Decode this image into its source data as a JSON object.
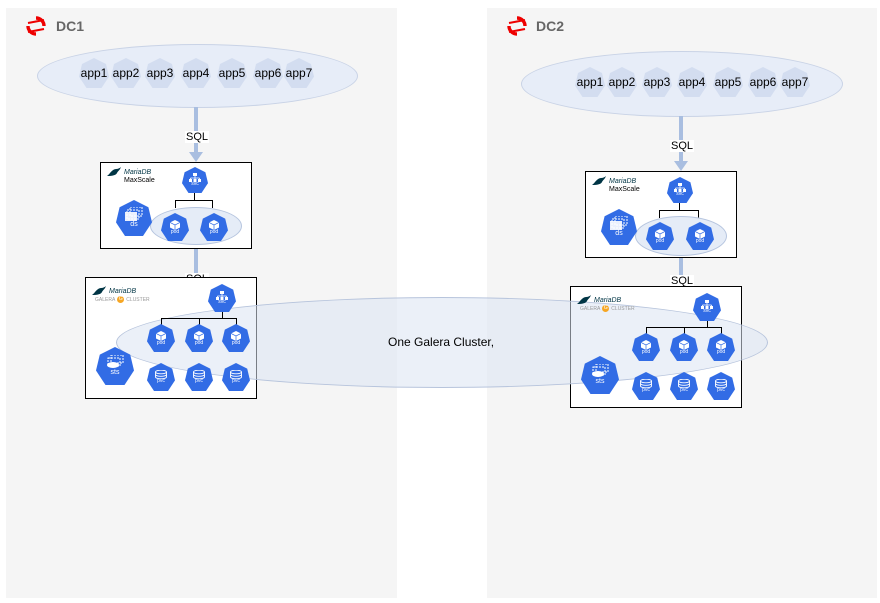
{
  "dc1": {
    "title": "DC1",
    "apps": [
      "app1",
      "app2",
      "app3",
      "app4",
      "app5",
      "app6",
      "app7"
    ],
    "sql_top": "SQL",
    "sql_mid": "SQL",
    "maxscale": {
      "brand": "MariaDB",
      "product": "MaxScale",
      "svc": "svc",
      "ds": "ds",
      "pods": [
        "pod",
        "pod"
      ]
    },
    "galera": {
      "brand": "MariaDB",
      "sub_left": "GALERA",
      "sub_right": "CLUSTER",
      "svc": "svc",
      "sts": "sts",
      "pods": [
        "pod",
        "pod",
        "pod"
      ],
      "pvcs": [
        "pvc",
        "pvc",
        "pvc"
      ]
    }
  },
  "dc2": {
    "title": "DC2",
    "apps": [
      "app1",
      "app2",
      "app3",
      "app4",
      "app5",
      "app6",
      "app7"
    ],
    "sql_top": "SQL",
    "sql_mid": "SQL",
    "maxscale": {
      "brand": "MariaDB",
      "product": "MaxScale",
      "svc": "svc",
      "ds": "ds",
      "pods": [
        "pod",
        "pod"
      ]
    },
    "galera": {
      "brand": "MariaDB",
      "sub_left": "GALERA",
      "sub_right": "CLUSTER",
      "svc": "svc",
      "sts": "sts",
      "pods": [
        "pod",
        "pod",
        "pod"
      ],
      "pvcs": [
        "pvc",
        "pvc",
        "pvc"
      ]
    }
  },
  "cluster_label": "One Galera Cluster,",
  "colors": {
    "openshift_red": "#ee0000",
    "k8s_blue": "#326ce5",
    "panel_bg": "#f5f5f5",
    "app_fill": "#d3ddf0",
    "arrow": "#a9bee0"
  }
}
